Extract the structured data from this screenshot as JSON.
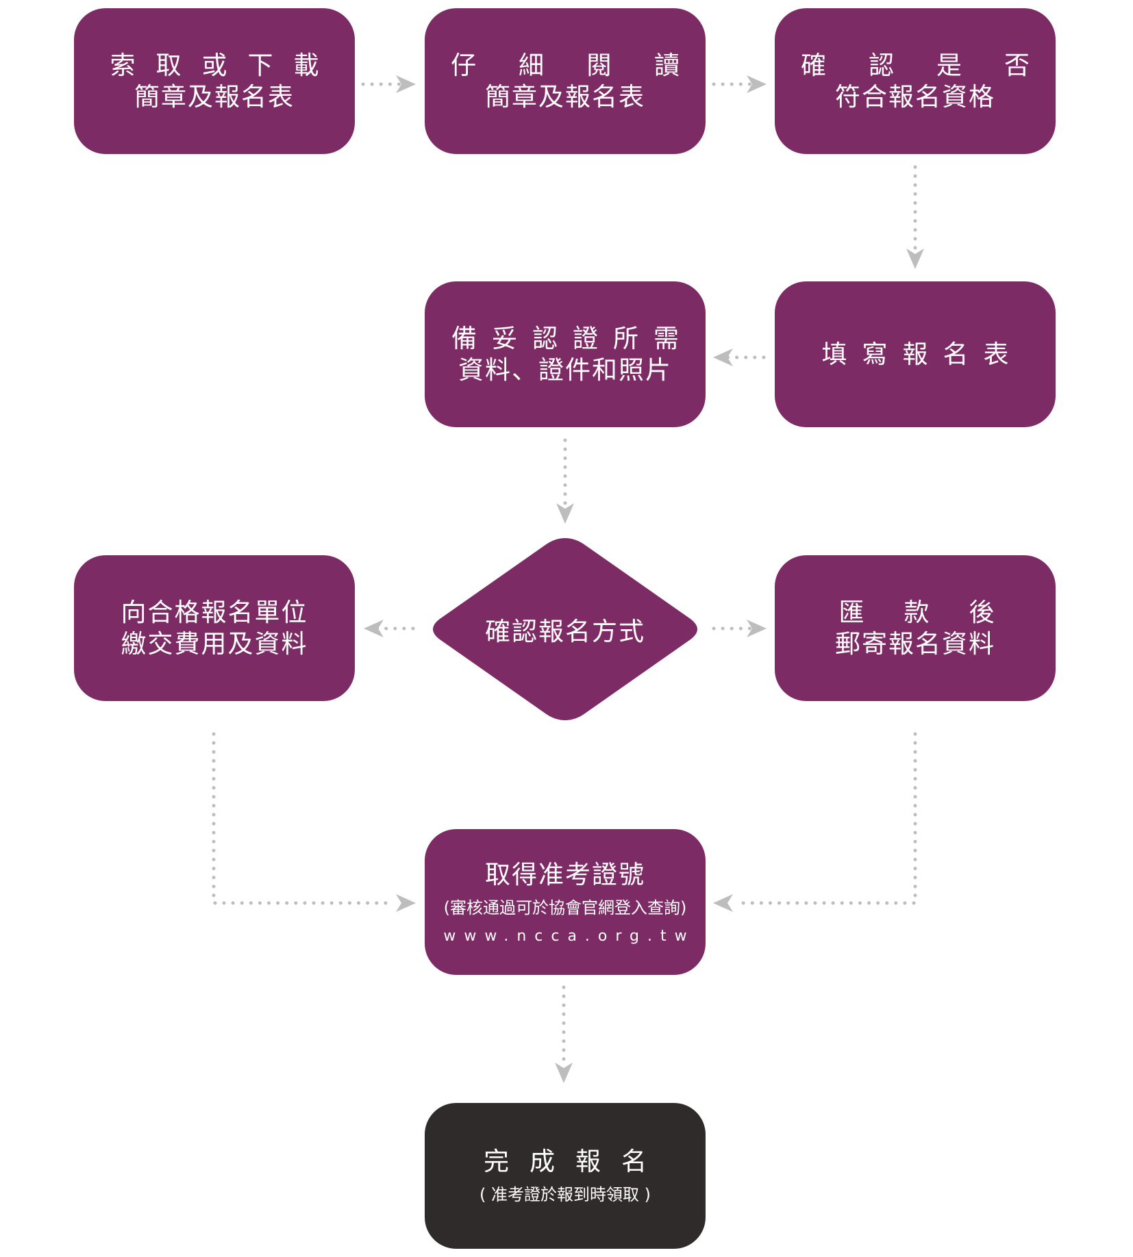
{
  "steps": {
    "s1": {
      "line1": "索取或下載",
      "line2": "簡章及報名表"
    },
    "s2": {
      "line1": "仔細閱讀",
      "line2": "簡章及報名表"
    },
    "s3": {
      "line1": "確認是否",
      "line2": "符合報名資格"
    },
    "s4": {
      "line1": "填寫報名表"
    },
    "s5": {
      "line1": "備妥認證所需",
      "line2": "資料、證件和照片"
    },
    "s6": {
      "label": "確認報名方式"
    },
    "s7": {
      "line1": "向合格報名單位",
      "line2": "繳交費用及資料"
    },
    "s8": {
      "line1": "匯款後",
      "line2": "郵寄報名資料"
    },
    "s9": {
      "line1": "取得准考證號",
      "note": "(審核通過可於協會官網登入查詢)",
      "url": "www.ncca.org.tw"
    },
    "s10": {
      "line1": "完成報名",
      "note": "( 准考證於報到時領取 )"
    }
  },
  "colors": {
    "box": "#7d2b64",
    "final_box": "#2f2b2b",
    "connector": "#bdbdbd",
    "text": "#ffffff"
  }
}
